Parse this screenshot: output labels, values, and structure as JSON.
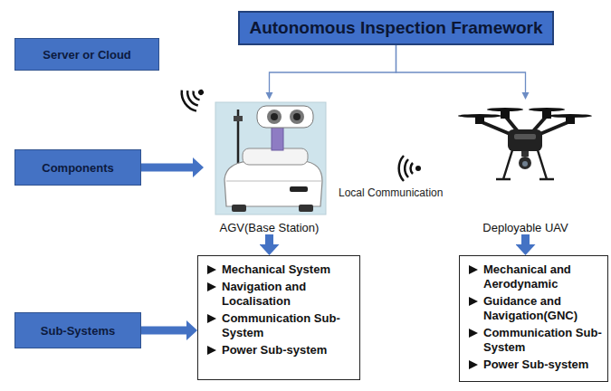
{
  "diagram": {
    "nodes": [
      {
        "text": [
          "Autonomous Inspection Framework"
        ]
      },
      {
        "text": [
          "Server or Cloud"
        ]
      },
      {
        "text": [
          "Components"
        ]
      },
      {
        "text": [
          "Sub-Systems"
        ]
      },
      {
        "text": [
          "AGV(Base Station)"
        ]
      },
      {
        "text": [
          "Deployable UAV"
        ]
      },
      {
        "text": [
          "Mechanical System",
          "Navigation and Localisation",
          "Communication Sub-System",
          "Power Sub-system"
        ]
      },
      {
        "text": [
          "Mechanical and Aerodynamic",
          "Guidance and Navigation(GNC)",
          "Communication Sub-System",
          "Power Sub-system"
        ]
      }
    ],
    "edges": [
      {
        "from": 0,
        "to": 4,
        "arrow": "to"
      },
      {
        "from": 0,
        "to": 5,
        "arrow": "to"
      },
      {
        "from": 2,
        "to": 4,
        "arrow": "to"
      },
      {
        "from": 4,
        "to": 6,
        "arrow": "to"
      },
      {
        "from": 5,
        "to": 7,
        "arrow": "to"
      },
      {
        "from": 3,
        "to": 6,
        "arrow": "to"
      }
    ],
    "labels": [
      "Local Communication"
    ]
  }
}
